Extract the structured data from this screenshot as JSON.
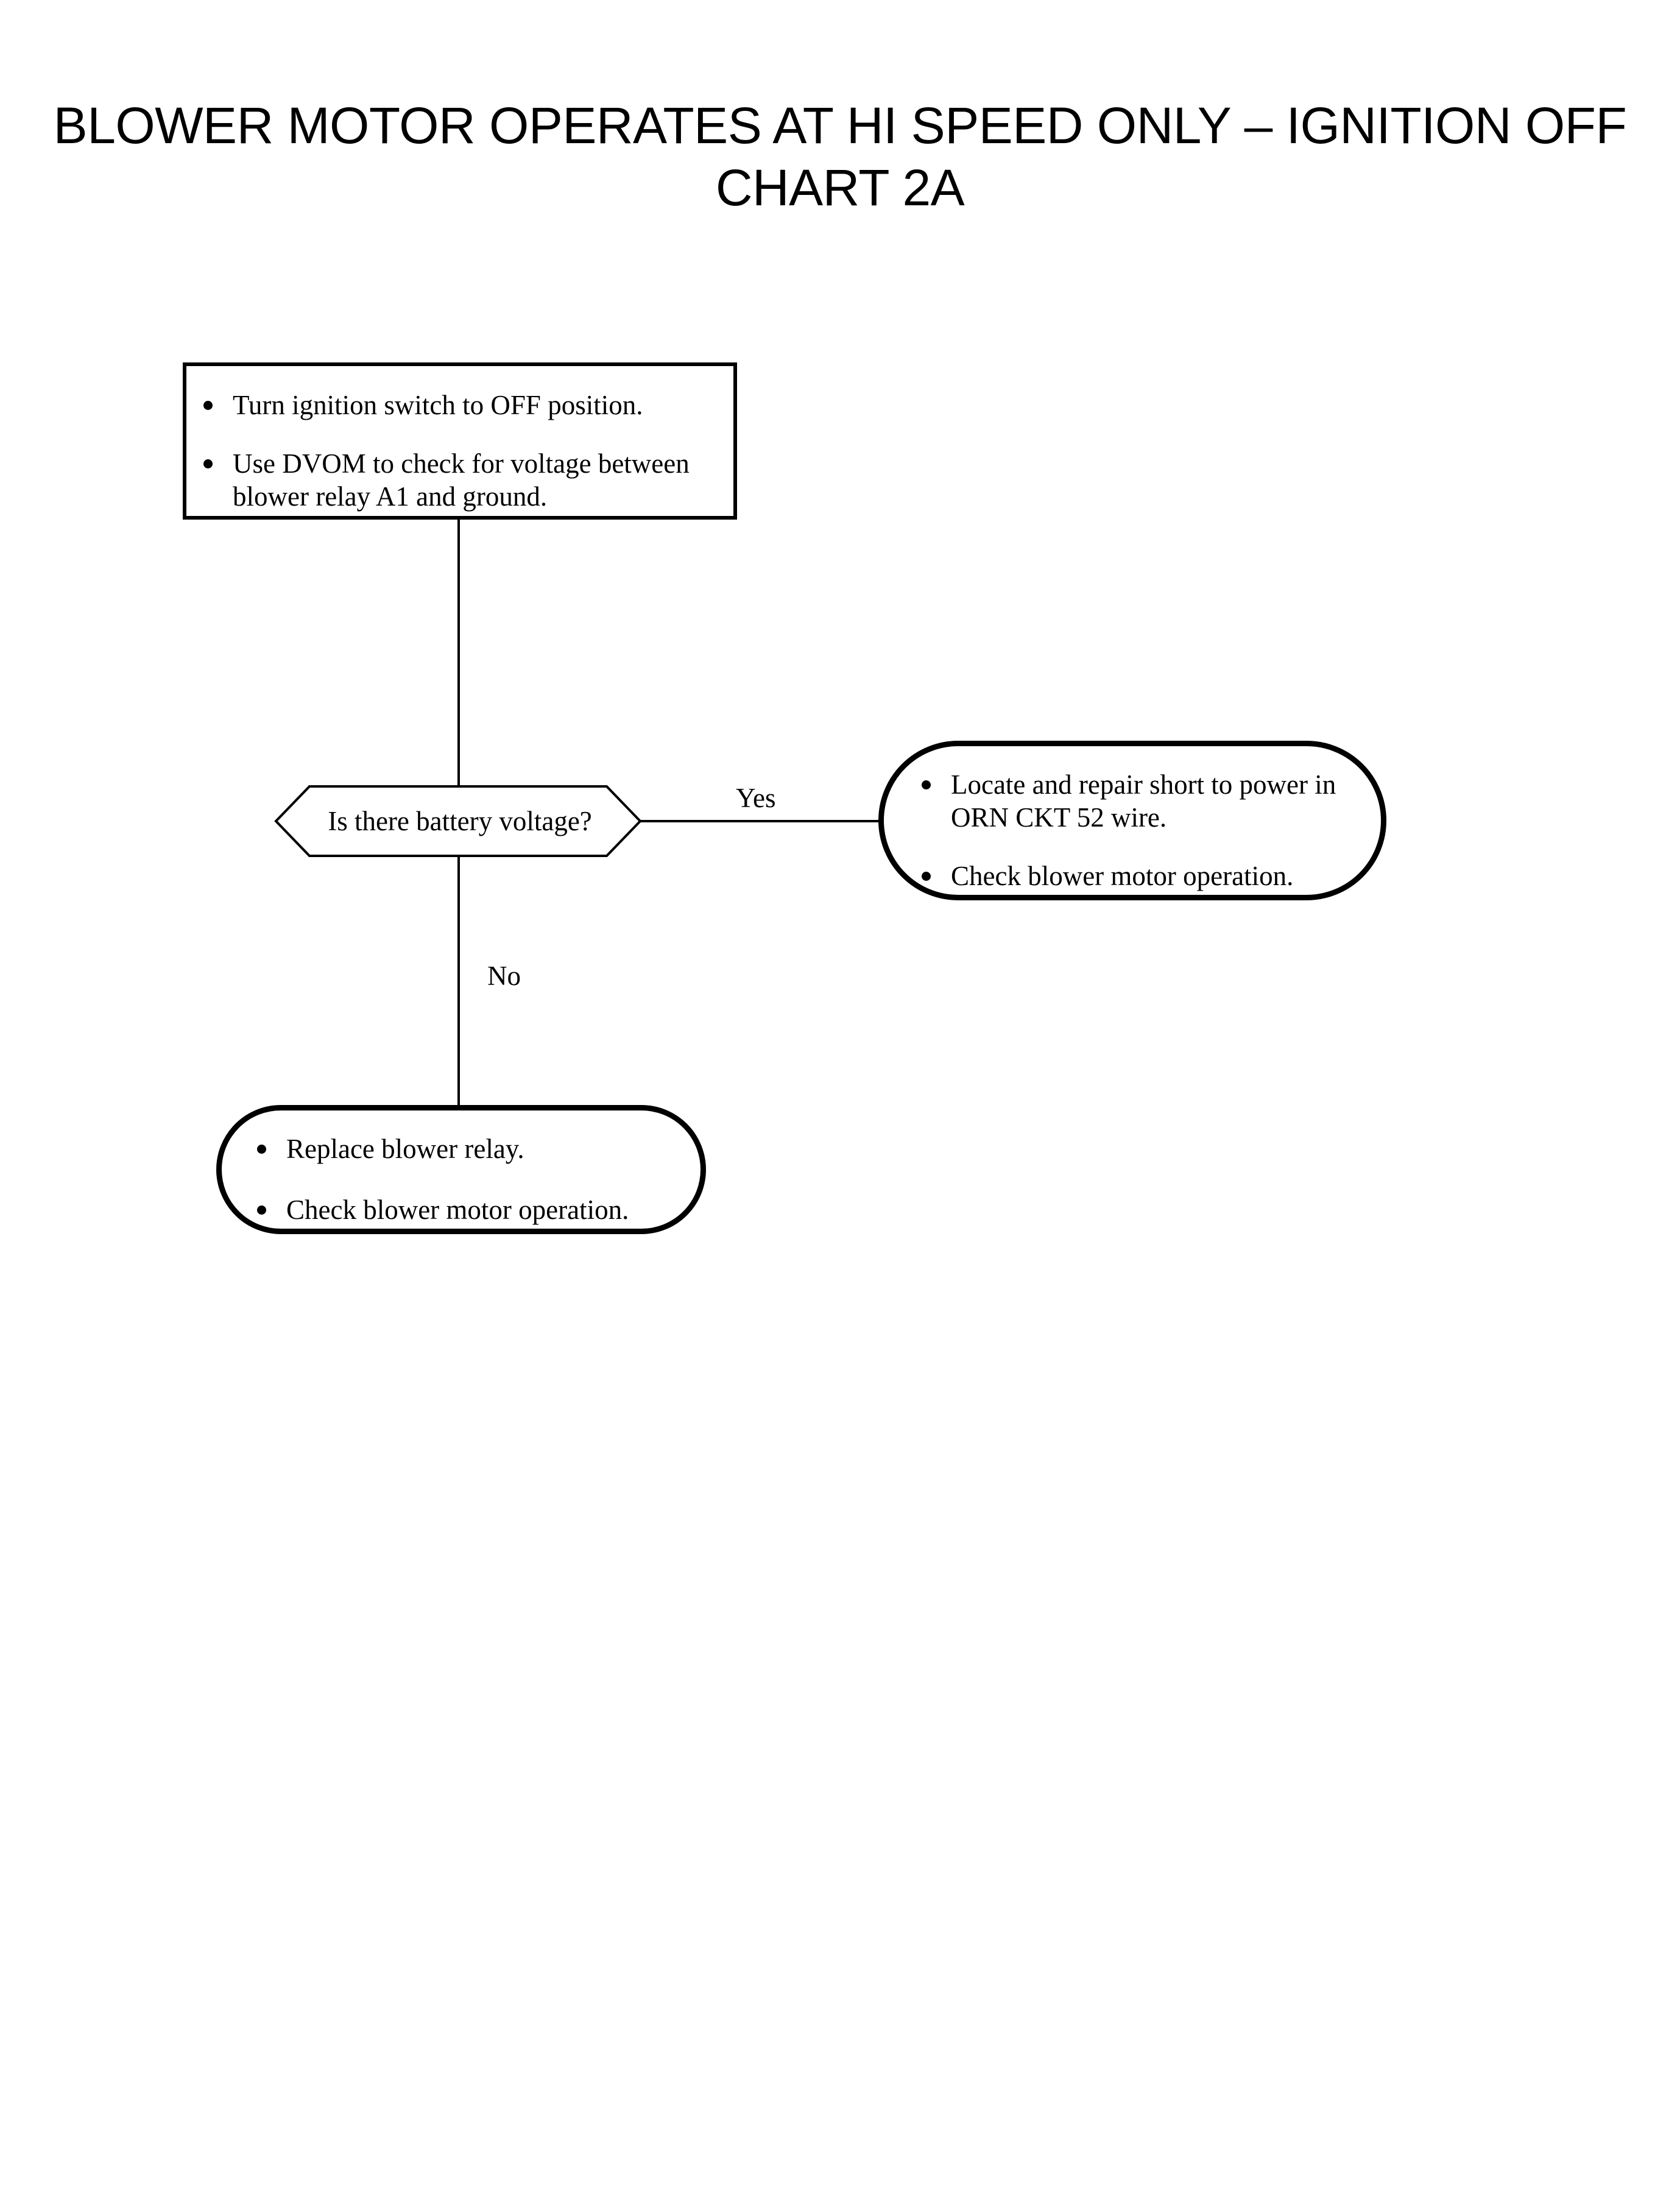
{
  "title": {
    "line1": "BLOWER MOTOR OPERATES AT HI SPEED ONLY – IGNITION OFF",
    "line2": "CHART 2A"
  },
  "flowchart": {
    "nodes": {
      "process": {
        "shape": "rectangle",
        "bullets": [
          "Turn ignition switch to OFF position.",
          "Use DVOM to check for voltage between blower relay A1 and ground."
        ]
      },
      "decision": {
        "shape": "hexagon",
        "text": "Is there battery voltage?"
      },
      "yes_result": {
        "shape": "stadium",
        "bullets": [
          "Locate and repair short to power in ORN CKT 52 wire.",
          "Check blower motor operation."
        ]
      },
      "no_result": {
        "shape": "stadium",
        "bullets": [
          "Replace blower relay.",
          "Check blower motor operation."
        ]
      }
    },
    "edges": {
      "yes_label": "Yes",
      "no_label": "No"
    }
  },
  "colors": {
    "ink": "#000000",
    "paper": "#ffffff"
  }
}
